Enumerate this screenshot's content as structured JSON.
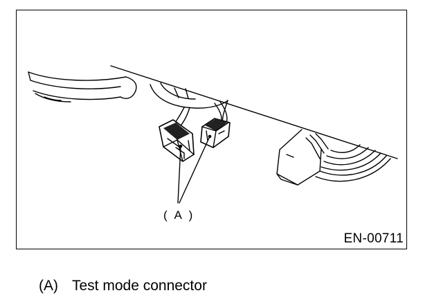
{
  "figure": {
    "callout": "( A )",
    "figure_id": "EN-00711"
  },
  "legend": {
    "items": [
      {
        "key": "(A)",
        "text": "Test mode connector"
      }
    ]
  }
}
